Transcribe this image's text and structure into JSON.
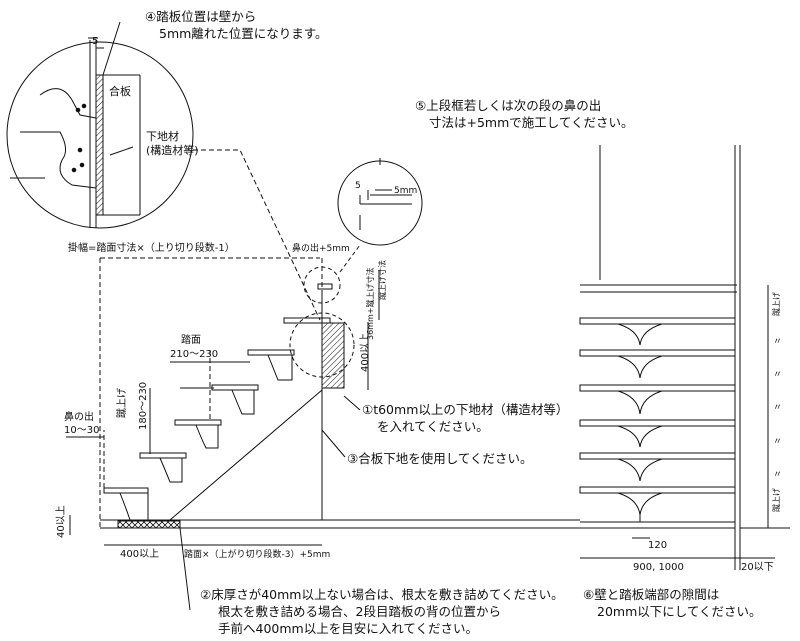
{
  "notes": {
    "note4": [
      "④踏板位置は壁から",
      "5mm離れた位置になります。"
    ],
    "note5": [
      "⑤上段框若しくは次の段の鼻の出",
      "寸法は+5mmで施工してください。"
    ],
    "note1": [
      "①t60mm以上の下地材（構造材等）",
      "を入れてください。"
    ],
    "note3": "③合板下地を使用してください。",
    "note2": [
      "②床厚さが40mm以上ない場合は、根太を敷き詰めてください。",
      "根太を敷き詰める場合、2段目踏板の背の位置から",
      "手前へ400mm以上を目安に入れてください。"
    ],
    "note6": [
      "⑥壁と踏板端部の隙間は",
      "20mm以下にしてください。"
    ]
  },
  "detail_circle": {
    "dim_5": "5",
    "plywood": "合板",
    "substrate": [
      "下地材",
      "(構造材等)"
    ]
  },
  "nose_detail": {
    "dim_5": "5",
    "dim_5mm": "5mm"
  },
  "labels": {
    "riser_width": "掛幅=踏面寸法×（上り切り段数-1）",
    "nose_plus5": "鼻の出+5mm",
    "tread": "踏面",
    "tread_range": "210～230",
    "riser_label": "蹴上げ",
    "riser_range": "180～230",
    "nose": "鼻の出",
    "nose_range": "10～30",
    "over400_bottom": "400以上",
    "floor40": "40以上",
    "span_formula": "踏面×（上がり切り段数-3）+5mm",
    "rise_dim": "蹴上げ寸法",
    "rise_plus": "36mm+蹴上げ寸法",
    "over400_vertical": "400以上",
    "dim_120": "120",
    "dim_900_1000": "900, 1000",
    "dim_20below": "20以下",
    "kerage_top": "蹴上げ",
    "kerage_bottom": "蹴上げ",
    "ditto": "〃"
  }
}
